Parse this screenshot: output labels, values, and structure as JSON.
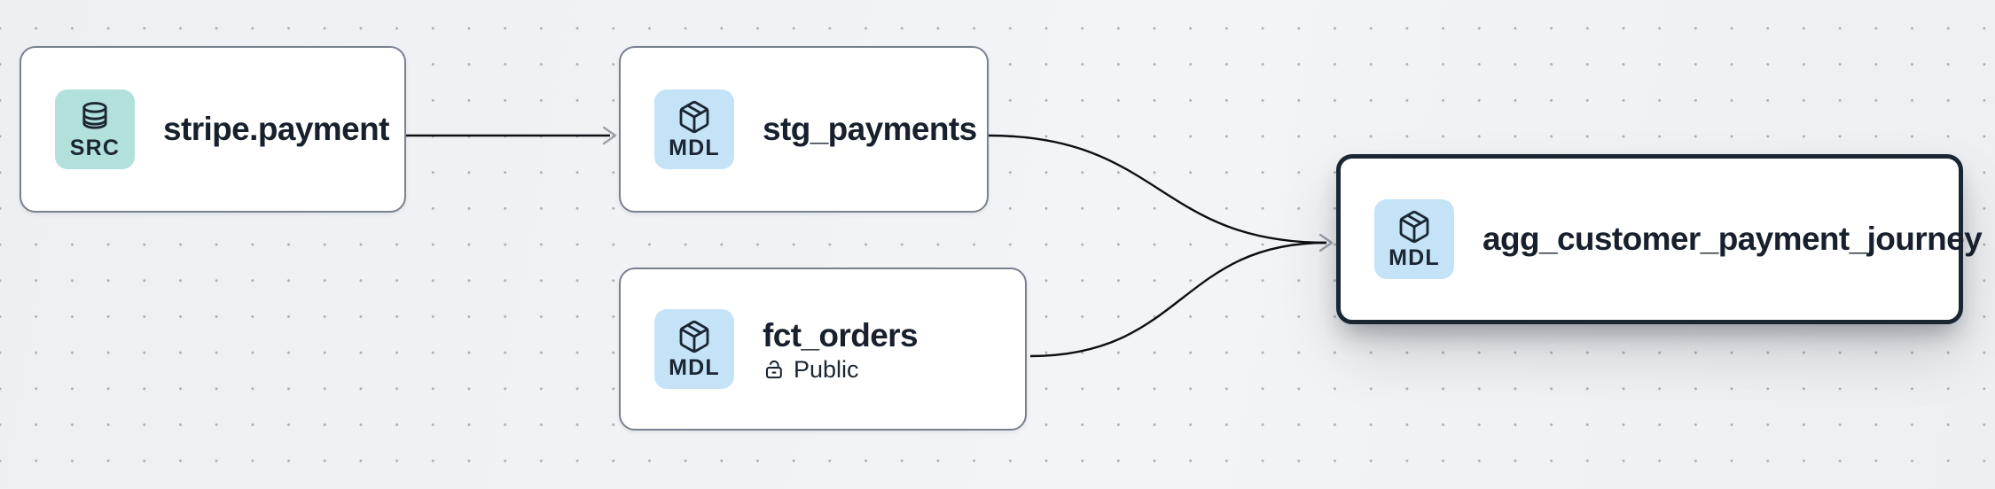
{
  "diagram": {
    "type": "data-lineage-graph",
    "background": "dot-grid"
  },
  "colors": {
    "canvas_bg": "#eff1f4",
    "grid_dot": "#a9aeb6",
    "node_bg": "#ffffff",
    "node_border": "#79818f",
    "selected_node_border": "#1b2633",
    "text": "#17202c",
    "source_badge_bg": "#b2e1dc",
    "model_badge_bg": "#c5e3f7",
    "edge": "#0c0f14",
    "arrowhead": "#98a0ab"
  },
  "nodes": [
    {
      "id": "stripe.payment",
      "title": "stripe.payment",
      "badge": "SRC",
      "kind": "source",
      "icon": "database-icon",
      "selected": false
    },
    {
      "id": "stg_payments",
      "title": "stg_payments",
      "badge": "MDL",
      "kind": "model",
      "icon": "package-icon",
      "selected": false
    },
    {
      "id": "fct_orders",
      "title": "fct_orders",
      "badge": "MDL",
      "kind": "model",
      "icon": "package-icon",
      "access": "Public",
      "access_icon": "lock-open-icon",
      "selected": false
    },
    {
      "id": "agg_customer_payment_journey",
      "title": "agg_customer_payment_journey",
      "badge": "MDL",
      "kind": "model",
      "icon": "package-icon",
      "selected": true
    }
  ],
  "edges": [
    {
      "from": "stripe.payment",
      "to": "stg_payments"
    },
    {
      "from": "stg_payments",
      "to": "agg_customer_payment_journey"
    },
    {
      "from": "fct_orders",
      "to": "agg_customer_payment_journey"
    }
  ]
}
